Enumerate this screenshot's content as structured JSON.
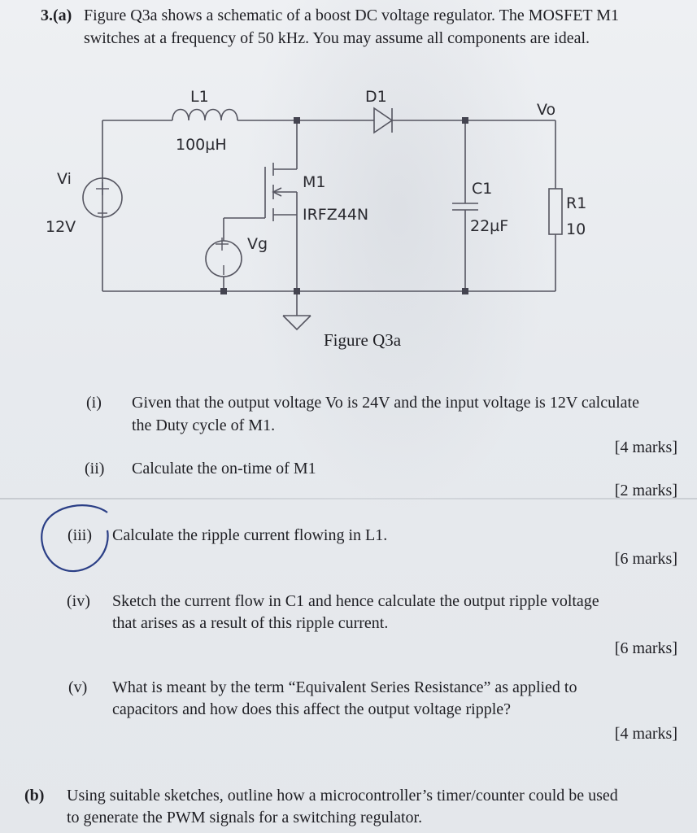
{
  "question": {
    "number": "3.(a)",
    "intro_line1": "Figure Q3a shows a schematic of a boost DC voltage regulator.  The MOSFET M1",
    "intro_line2": "switches at a frequency of 50 kHz.  You may assume all components are ideal."
  },
  "figure": {
    "caption": "Figure Q3a",
    "labels": {
      "l1": "L1",
      "l1_value": "100µH",
      "d1": "D1",
      "vo": "Vo",
      "vi": "Vi",
      "vi_value": "12V",
      "m1": "M1",
      "m1_part": "IRFZ44N",
      "vg": "Vg",
      "c1": "C1",
      "c1_value": "22µF",
      "r1": "R1",
      "r1_value": "10"
    }
  },
  "parts": [
    {
      "num": "(i)",
      "line1": "Given that the output voltage Vo is 24V and the input voltage is 12V calculate",
      "line2": "the Duty cycle of M1.",
      "marks": "[4 marks]"
    },
    {
      "num": "(ii)",
      "line1": "Calculate the on-time of M1",
      "marks": "[2 marks]"
    },
    {
      "num": "(iii)",
      "line1": "Calculate the ripple current flowing in L1.",
      "marks": "[6 marks]"
    },
    {
      "num": "(iv)",
      "line1": "Sketch the current flow in C1 and hence calculate the output ripple voltage",
      "line2": "that arises as a result of this ripple current.",
      "marks": "[6 marks]"
    },
    {
      "num": "(v)",
      "line1": "What is meant by the term “Equivalent Series Resistance” as applied to",
      "line2": "capacitors and how does this affect the output voltage ripple?",
      "marks": "[4 marks]"
    }
  ],
  "part_b": {
    "num": "(b)",
    "line1": "Using suitable sketches, outline how a microcontroller’s timer/counter could be used",
    "line2": "to generate the PWM signals for a switching regulator."
  },
  "colors": {
    "ink": "#1f1f24",
    "circuit": "#555560",
    "pen": "#2b3f86"
  }
}
